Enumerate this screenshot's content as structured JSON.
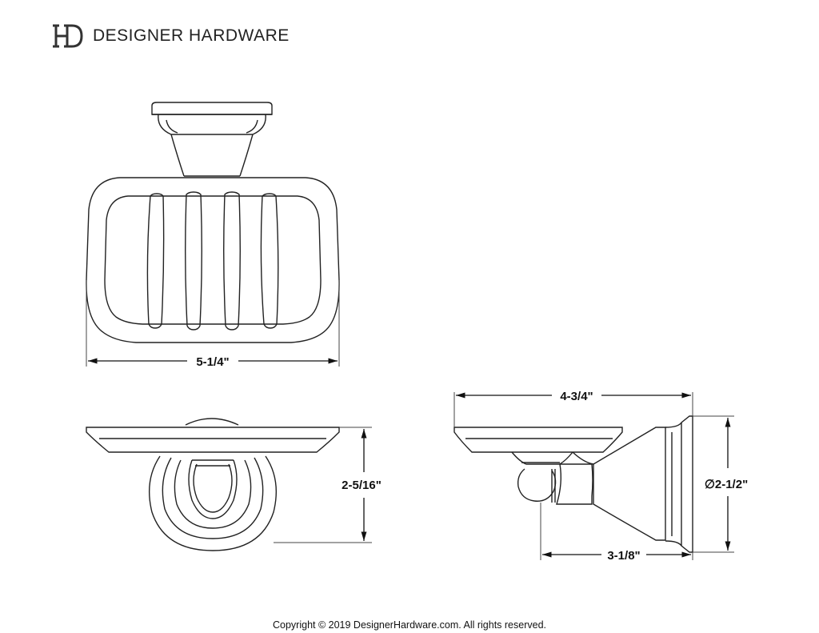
{
  "brand": {
    "monogram": "HD",
    "name": "DESIGNER HARDWARE"
  },
  "dimensions": {
    "front_width": "5-1/4\"",
    "top_height": "2-5/16\"",
    "side_depth": "4-3/4\"",
    "side_projection": "3-1/8\"",
    "flange_diameter": "∅2-1/2\""
  },
  "footer": {
    "copyright": "Copyright © 2019 DesignerHardware.com. All rights reserved."
  }
}
